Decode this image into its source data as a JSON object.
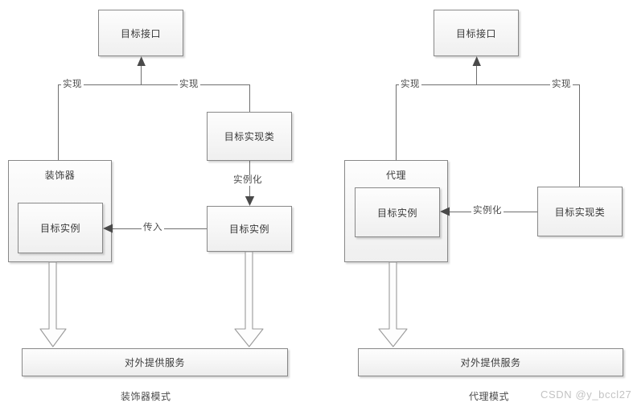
{
  "diagram": {
    "type": "uml-class-comparison",
    "title_left": "装饰器模式",
    "title_right": "代理模式",
    "watermark": "CSDN @y_bccl27",
    "left": {
      "caption": "装饰器模式",
      "nodes": {
        "interface": "目标接口",
        "decorator": "装饰器",
        "decorator_inner": "目标实例",
        "impl_class": "目标实现类",
        "instance": "目标实例",
        "service_bar": "对外提供服务"
      },
      "edges": {
        "implements_left": "实现",
        "implements_right": "实现",
        "instantiate": "实例化",
        "pass_in": "传入"
      }
    },
    "right": {
      "caption": "代理模式",
      "nodes": {
        "interface": "目标接口",
        "proxy": "代理",
        "proxy_inner": "目标实例",
        "impl_class": "目标实现类",
        "service_bar": "对外提供服务"
      },
      "edges": {
        "implements_left": "实现",
        "implements_right": "实现",
        "instantiate": "实例化"
      }
    }
  },
  "colors": {
    "box_border": "#888888",
    "box_fill_top": "#fdfdfd",
    "box_fill_bottom": "#efefef",
    "line": "#6f6f6f",
    "text": "#3a3a3a",
    "watermark": "#c3c3c3"
  }
}
